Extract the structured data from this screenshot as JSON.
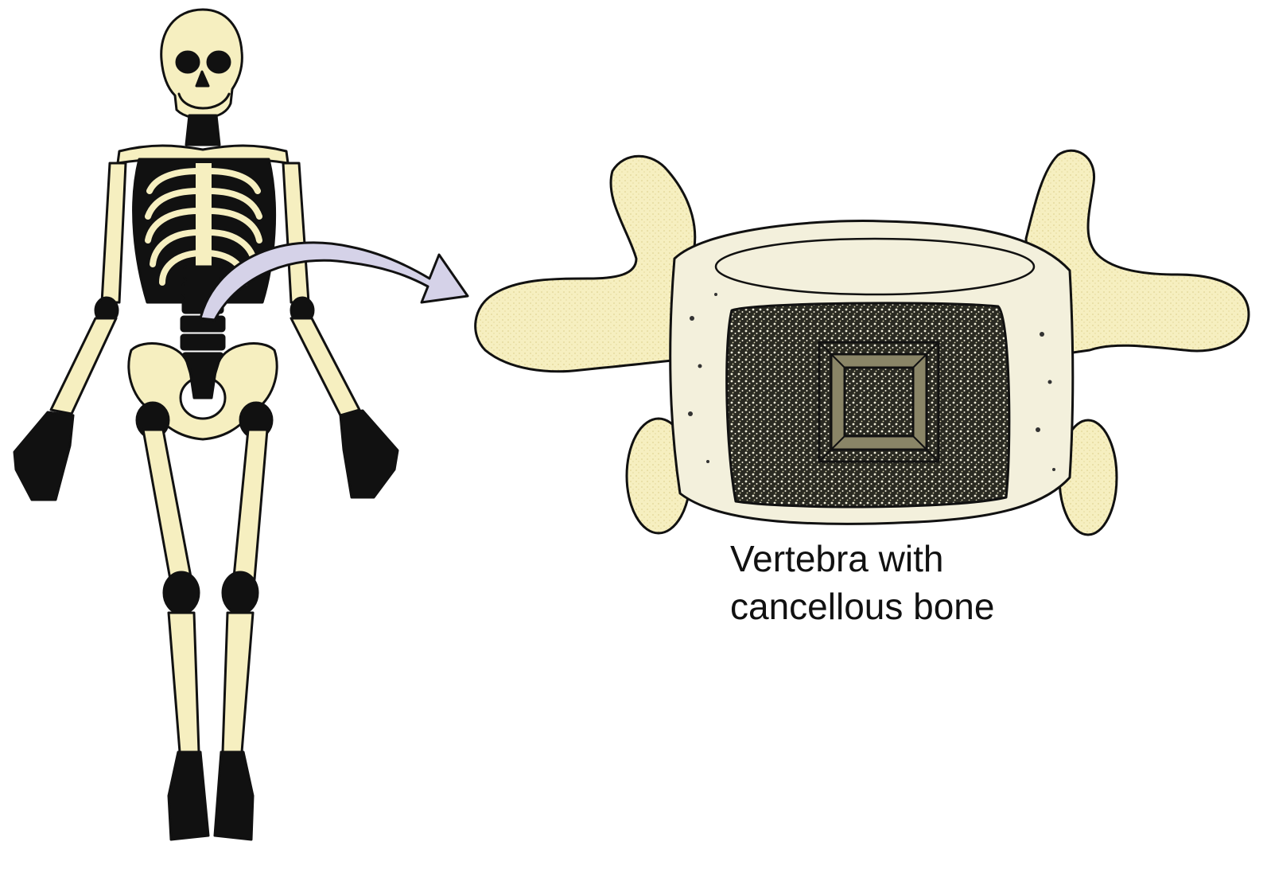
{
  "caption": {
    "line1": "Vertebra with",
    "line2": "cancellous bone"
  },
  "colors": {
    "bone": "#f6efc0",
    "bone_light": "#f3f0dc",
    "outline": "#111111",
    "cancellous": "#2a2a22",
    "arrow_fill": "#d5d2e8",
    "text": "#111111",
    "background": "#ffffff"
  },
  "icons": {
    "skeleton": "human-skeleton-illustration",
    "vertebra": "vertebra-cross-section-illustration",
    "arrow": "curved-arrow"
  }
}
